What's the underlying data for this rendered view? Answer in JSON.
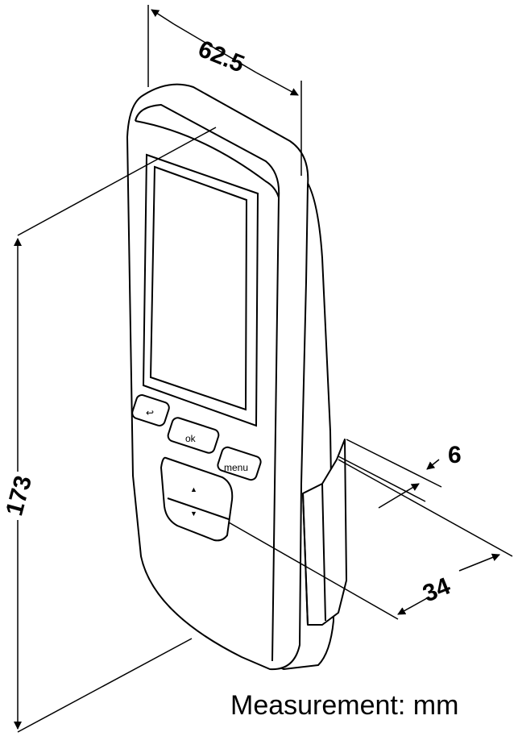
{
  "dimensions": {
    "width": "62.5",
    "height": "173",
    "clip_depth": "6",
    "depth": "34"
  },
  "buttons": {
    "back": "↩",
    "ok": "ok",
    "menu": "menu",
    "up": "▲",
    "down": "▼"
  },
  "note": "Measurement: mm"
}
